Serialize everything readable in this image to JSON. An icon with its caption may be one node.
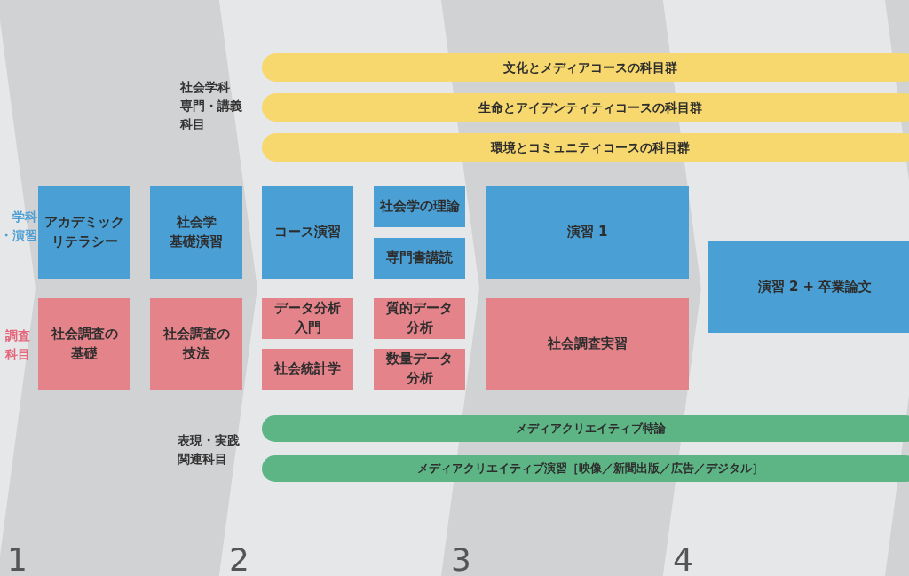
{
  "diagram": {
    "nodes": [
      {
        "text": [
          "文化とメディアコースの科目群"
        ]
      },
      {
        "text": [
          "生命とアイデンティティコースの科目群"
        ]
      },
      {
        "text": [
          "環境とコミュニティコースの科目群"
        ]
      },
      {
        "text": [
          "アカデミックリテラシー"
        ]
      },
      {
        "text": [
          "社会学基礎演習"
        ]
      },
      {
        "text": [
          "コース演習"
        ]
      },
      {
        "text": [
          "社会学の理論"
        ]
      },
      {
        "text": [
          "専門書講読"
        ]
      },
      {
        "text": [
          "演習 1"
        ]
      },
      {
        "text": [
          "演習 2 + 卒業論文"
        ]
      },
      {
        "text": [
          "社会調査の基礎"
        ]
      },
      {
        "text": [
          "社会調査の技法"
        ]
      },
      {
        "text": [
          "データ分析入門"
        ]
      },
      {
        "text": [
          "社会統計学"
        ]
      },
      {
        "text": [
          "質的データ分析"
        ]
      },
      {
        "text": [
          "数量データ分析"
        ]
      },
      {
        "text": [
          "社会調査実習"
        ]
      },
      {
        "text": [
          "メディアクリエイティブ特論"
        ]
      },
      {
        "text": [
          "メディアクリエイティブ演習［映像／新聞出版／広告／デジタル］"
        ]
      }
    ],
    "labels": [
      "社会学科専門・講義科目",
      "学科・演習",
      "調査科目",
      "表現・実践関連科目",
      "1",
      "2",
      "3",
      "4"
    ]
  }
}
